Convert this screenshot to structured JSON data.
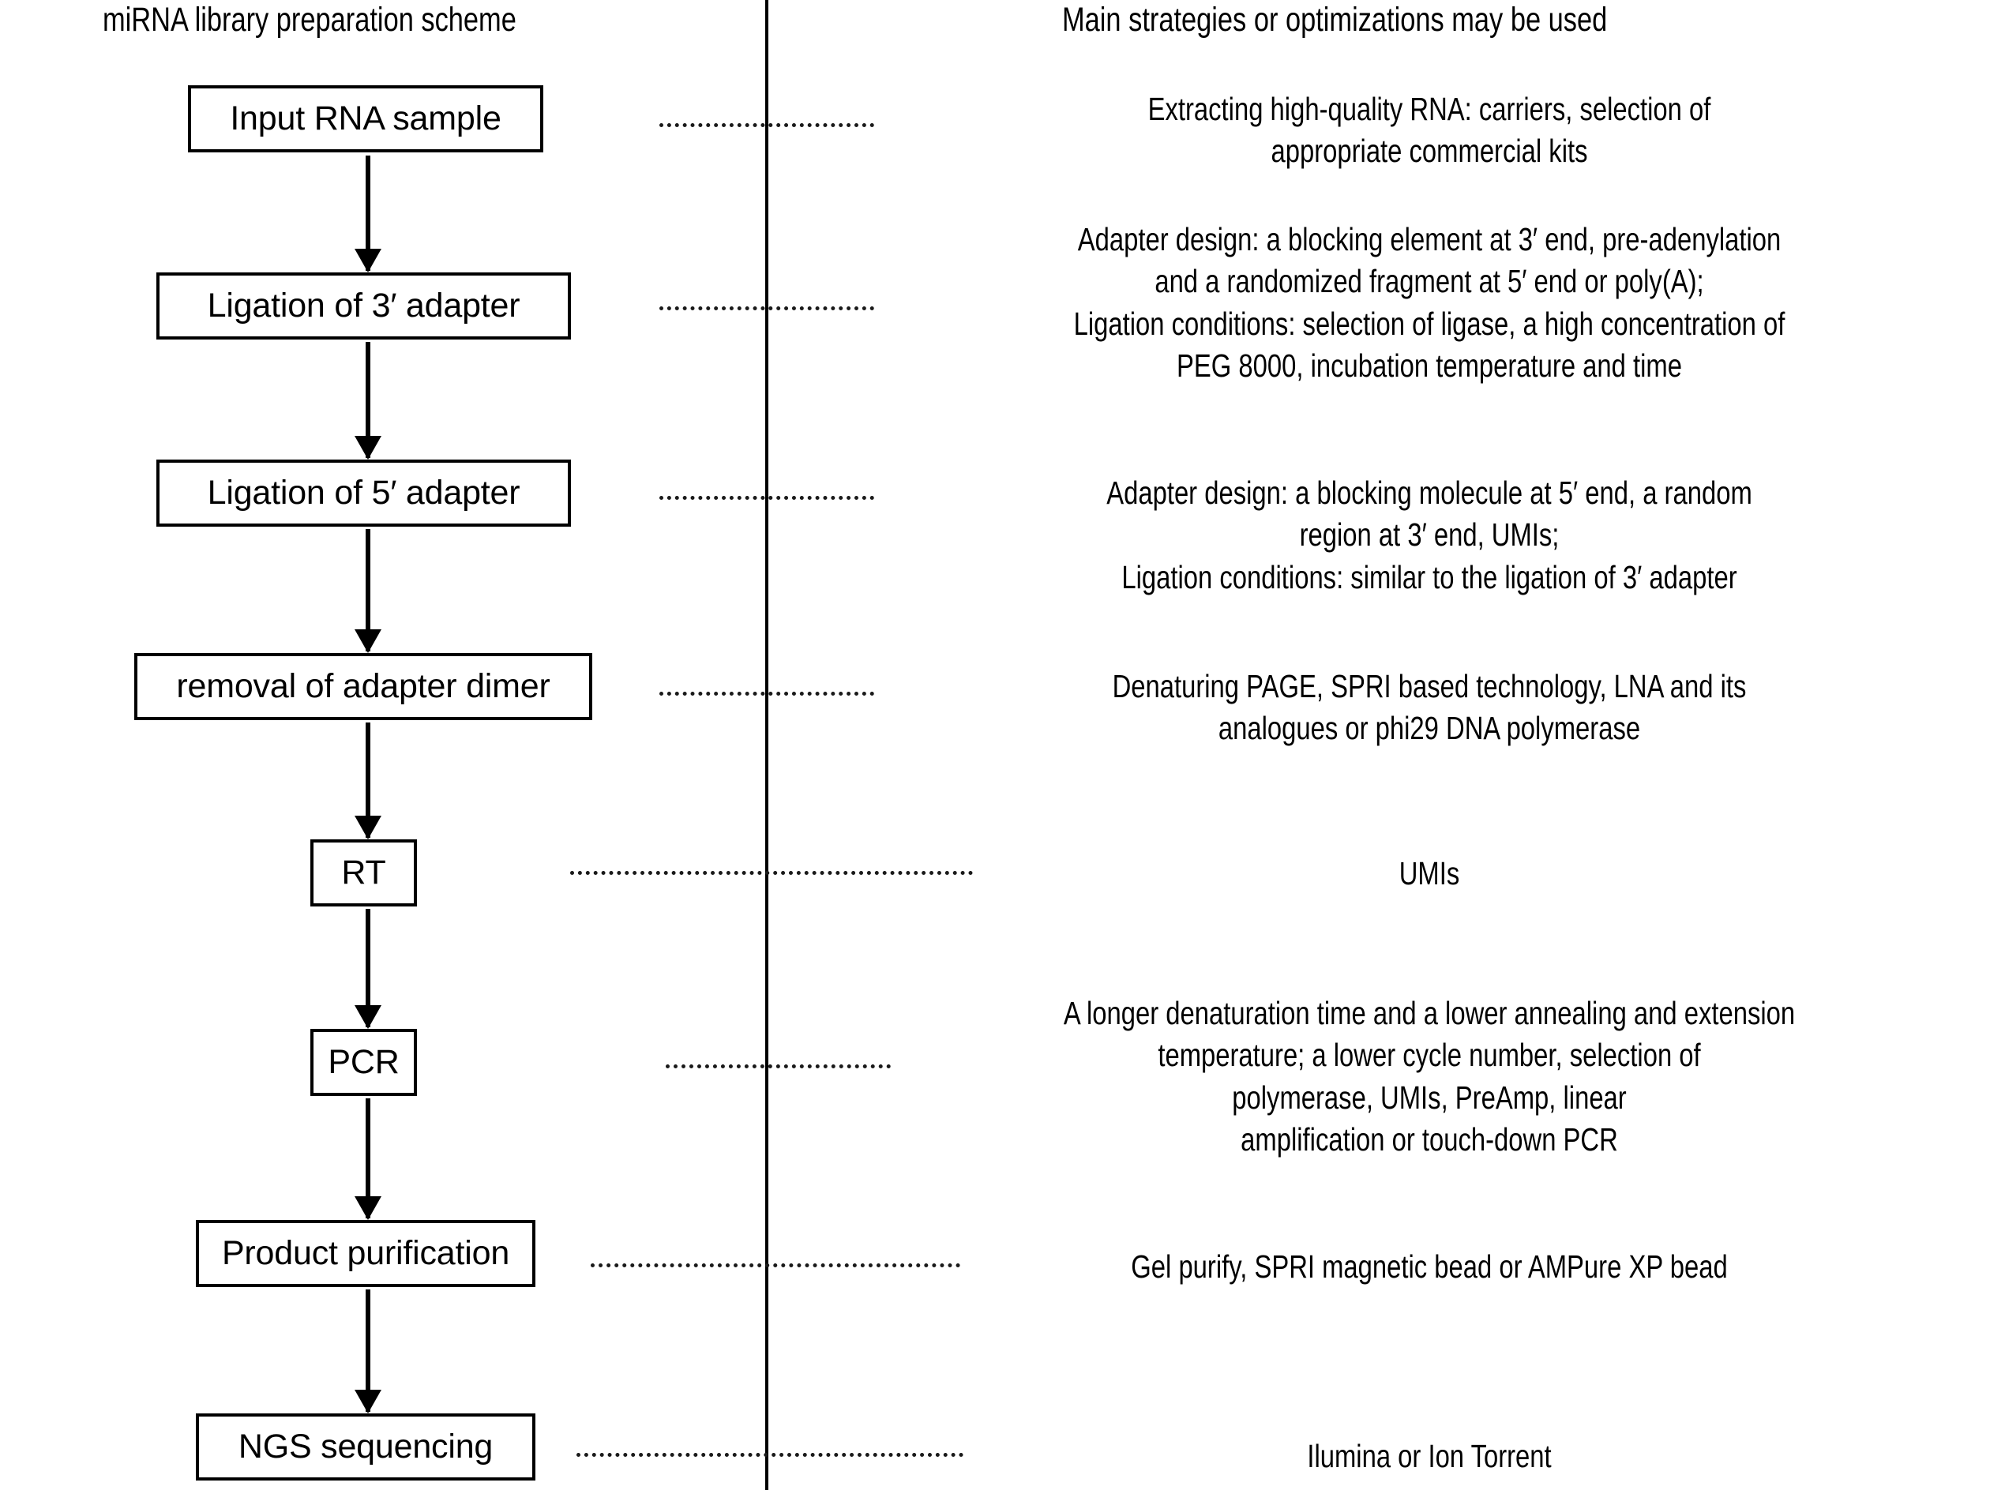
{
  "headings": {
    "left": "miRNA library preparation scheme",
    "right": "Main strategies or optimizations may be used"
  },
  "flow_steps": [
    {
      "id": "input-rna-sample",
      "label": "Input RNA sample"
    },
    {
      "id": "ligation-3-adapter",
      "label": "Ligation of 3′ adapter"
    },
    {
      "id": "ligation-5-adapter",
      "label": "Ligation of 5′ adapter"
    },
    {
      "id": "removal-adapter-dimer",
      "label": "removal of adapter dimer"
    },
    {
      "id": "rt",
      "label": "RT"
    },
    {
      "id": "pcr",
      "label": "PCR"
    },
    {
      "id": "product-purification",
      "label": "Product purification"
    },
    {
      "id": "ngs-sequencing",
      "label": "NGS sequencing"
    }
  ],
  "notes": [
    {
      "id": "note-input-rna-sample",
      "lines": [
        "Extracting high-quality RNA: carriers, selection of",
        "appropriate commercial kits"
      ]
    },
    {
      "id": "note-ligation-3-adapter",
      "lines": [
        "Adapter design: a blocking element at 3′ end, pre-adenylation",
        "and a randomized fragment at 5′ end or poly(A);",
        "Ligation conditions: selection of ligase, a high concentration of",
        "PEG 8000, incubation temperature and time"
      ]
    },
    {
      "id": "note-ligation-5-adapter",
      "lines": [
        "Adapter design: a blocking molecule at 5′ end, a random",
        "region at 3′ end, UMIs;",
        "Ligation conditions: similar to the ligation of 3′ adapter"
      ]
    },
    {
      "id": "note-removal-adapter-dimer",
      "lines": [
        "Denaturing PAGE, SPRI based technology, LNA and its",
        "analogues or phi29 DNA polymerase"
      ]
    },
    {
      "id": "note-rt",
      "lines": [
        "UMIs"
      ]
    },
    {
      "id": "note-pcr",
      "lines": [
        "A longer denaturation time and a lower annealing and extension",
        "temperature; a lower cycle number, selection of",
        "polymerase, UMIs, PreAmp, linear",
        "amplification or touch-down PCR"
      ]
    },
    {
      "id": "note-product-purification",
      "lines": [
        "Gel purify, SPRI magnetic bead or AMPure XP bead"
      ]
    },
    {
      "id": "note-ngs-sequencing",
      "lines": [
        "Ilumina or Ion Torrent"
      ]
    }
  ],
  "colors": {
    "stroke": "#000000",
    "background": "#ffffff",
    "dotted": "#1a1a1a"
  }
}
